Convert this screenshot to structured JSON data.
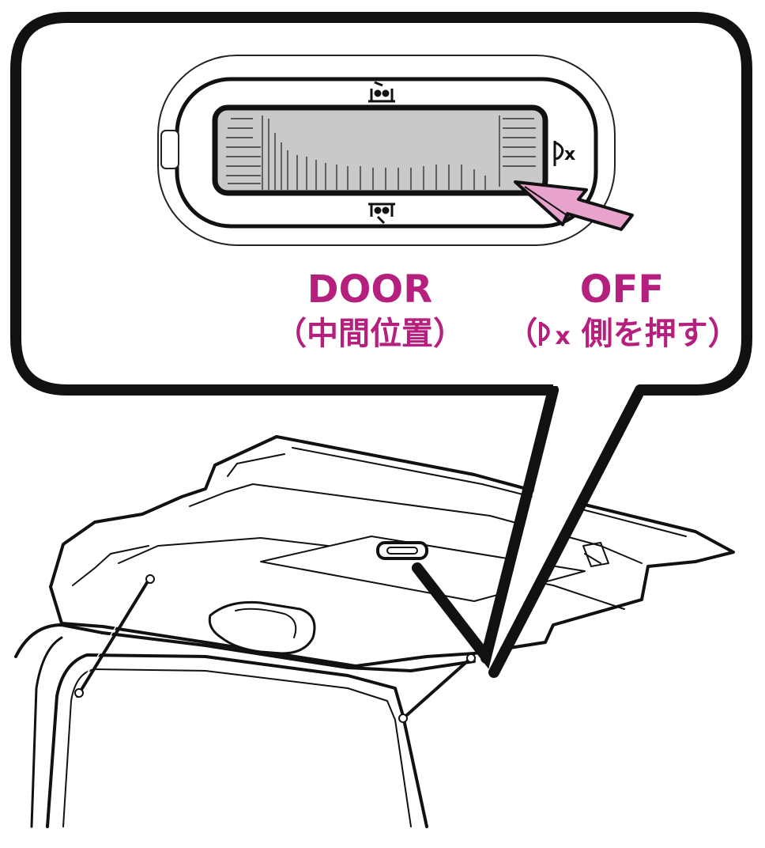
{
  "callout": {
    "door_label": "DOOR",
    "door_sub": "（中間位置）",
    "off_label": "OFF",
    "off_sub_open": "（",
    "off_symbol_text": "x",
    "off_sub_close": "側を押す）"
  },
  "switch": {
    "top_icon": "door-lamp-open-icon",
    "bottom_icon": "door-lamp-closed-icon",
    "off_icon": "lamp-off-icon"
  },
  "colors": {
    "label": "#b5207e",
    "press_arrow": "#e8a3cc",
    "lens": "#c9c9c9",
    "outline": "#111111"
  }
}
